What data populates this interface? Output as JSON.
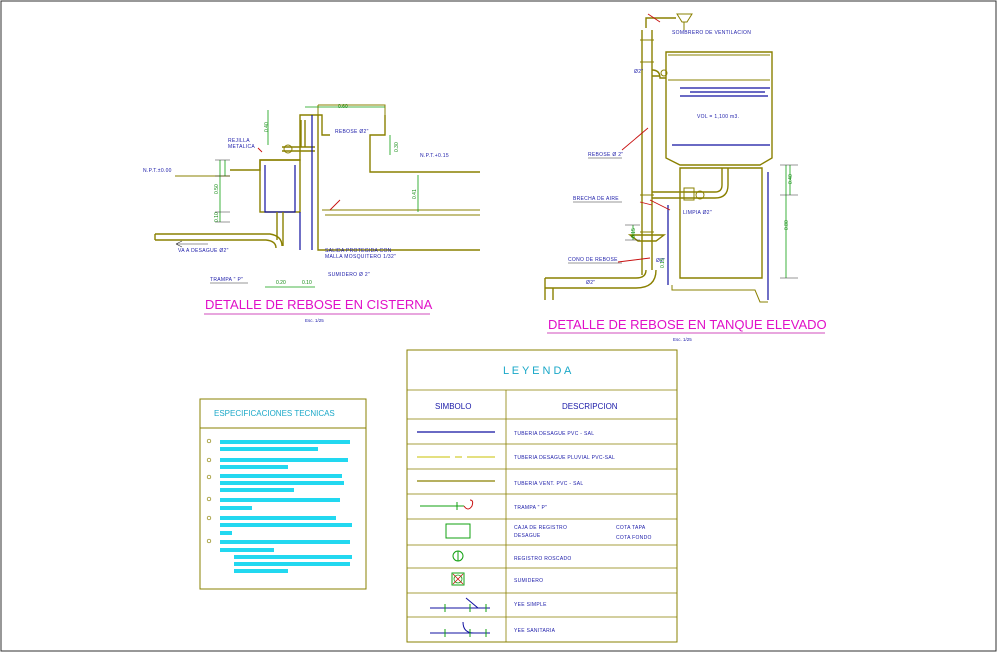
{
  "cisterna": {
    "title": "DETALLE DE REBOSE EN CISTERNA",
    "escala": "Esc. 1/25",
    "labels": {
      "rejilla1": "REJILLA",
      "rejilla2": "METALICA",
      "npt": "N.P.T.±0.00",
      "rebose": "REBOSE Ø2\"",
      "npt2": "N.P.T.+0.15",
      "desague": "VA A DESAGUE Ø2\"",
      "trampa": "TRAMPA \" P\"",
      "salida1": "SALIDA PROTEGIDA CON",
      "salida2": "MALLA MOSQUITERO 1/32\"",
      "sumidero": "SUMIDERO Ø 2\""
    },
    "dims": {
      "d1": "0.60",
      "d2": "0.40",
      "d3": "0.30",
      "d4": "0.50",
      "d5": "0.41",
      "d6": "0.10",
      "d7": "0.20",
      "d8": "0.10"
    }
  },
  "tanque": {
    "title": "DETALLE DE REBOSE EN TANQUE ELEVADO",
    "escala": "Esc. 1/25",
    "labels": {
      "sombrero": "SOMBRERO DE VENTILACION",
      "d2in": "Ø2\"",
      "vol": "VOL = 1,100 m3.",
      "rebose": "REBOSE Ø 2\"",
      "brecha": "BRECHA DE AIRE",
      "limpia": "LIMPIA Ø2\"",
      "cono": "CONO DE REBOSE",
      "d2b": "Ø2\"",
      "d2c": "Ø2\""
    },
    "dims": {
      "d1": "0.15",
      "d2": "0.15",
      "d3": "0.40",
      "d4": "0.80"
    }
  },
  "especificaciones": {
    "title": "ESPECIFICACIONES  TECNICAS"
  },
  "leyenda": {
    "title": "L E Y E N D A",
    "col_simbolo": "SIMBOLO",
    "col_descripcion": "DESCRIPCION",
    "rows": [
      {
        "desc": "TUBERIA DESAGUE PVC - SAL"
      },
      {
        "desc": "TUBERIA DESAGUE PLUVIAL PVC-SAL"
      },
      {
        "desc": "TUBERIA VENT. PVC - SAL"
      },
      {
        "desc": "TRAMPA \" P\""
      },
      {
        "desc": "CAJA DE REGISTRO",
        "desc2": "DESAGUE",
        "extra1": "COTA TAPA",
        "extra2": "COTA FONDO"
      },
      {
        "desc": "REGISTRO ROSCADO"
      },
      {
        "desc": "SUMIDERO"
      },
      {
        "desc": "YEE SIMPLE"
      },
      {
        "desc": "YEE SANITARIA"
      }
    ]
  },
  "colors": {
    "outline": "#8a8000",
    "pipe_blue": "#1010a0",
    "dimension": "#10a010",
    "title_magenta": "#e010c8",
    "spec_text": "#1aa8c8",
    "spec_bar": "#22d8f0"
  }
}
